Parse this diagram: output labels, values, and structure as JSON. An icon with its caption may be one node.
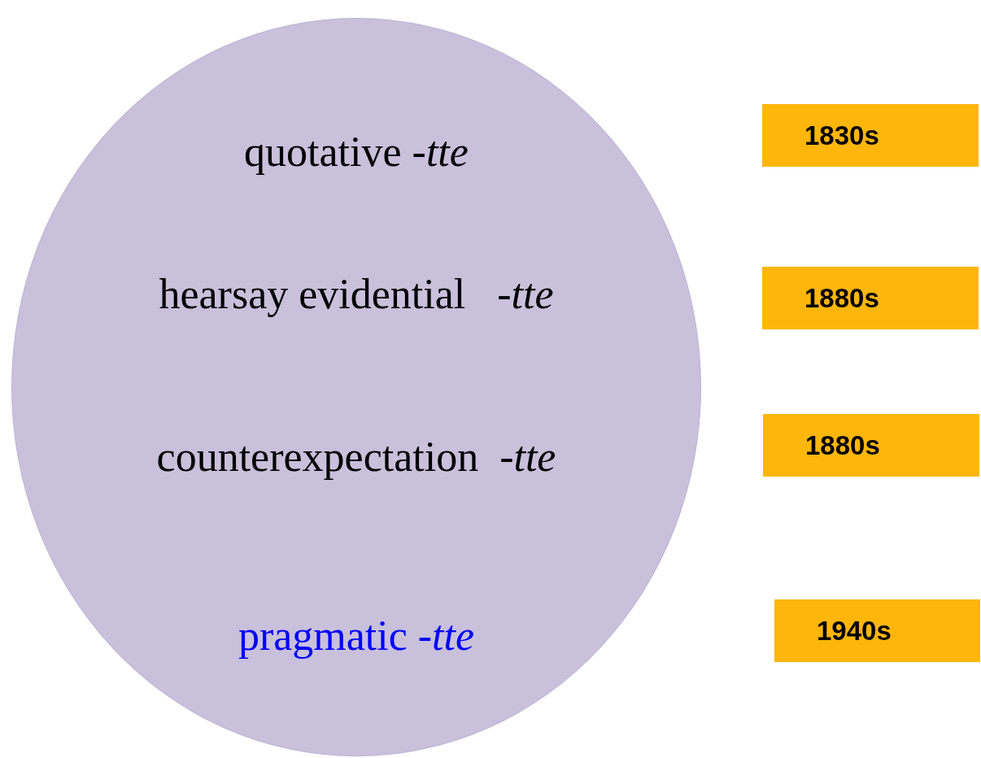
{
  "diagram": {
    "nodes": [
      {
        "text": [
          "quotative -*tte*",
          "hearsay evidential   -*tte*",
          "counterexpectation  -*tte*",
          "pragmatic -*tte*"
        ]
      },
      {
        "text": [
          "1830s"
        ]
      },
      {
        "text": [
          "1880s"
        ]
      },
      {
        "text": [
          "1880s"
        ]
      },
      {
        "text": [
          "1940s"
        ]
      }
    ]
  }
}
